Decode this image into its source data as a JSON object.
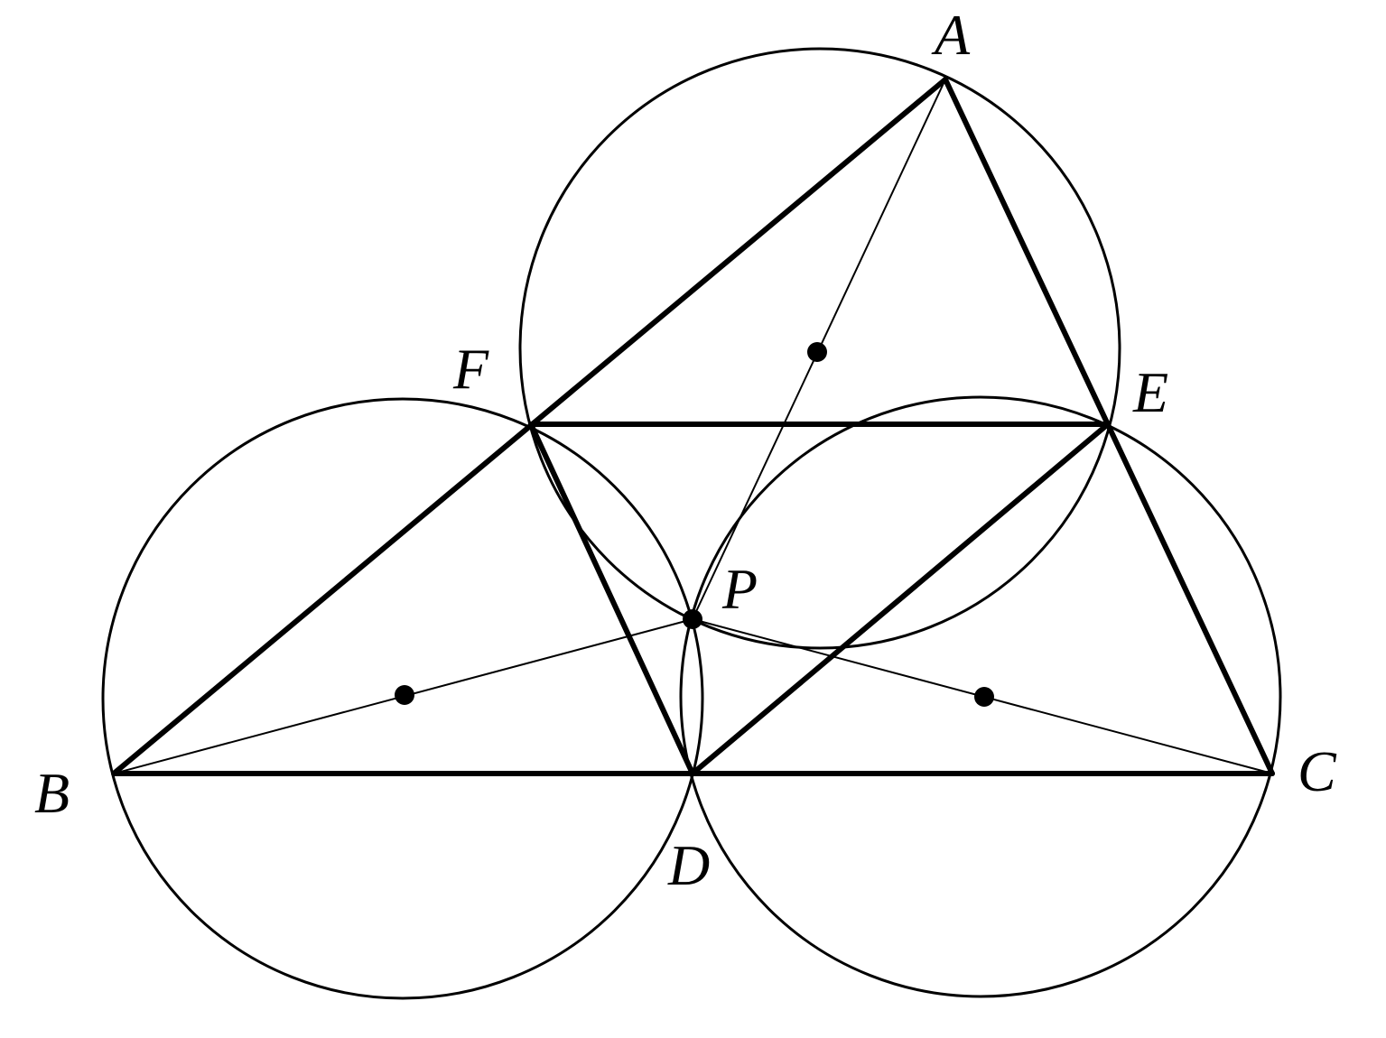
{
  "colors": {
    "stroke": "#000000",
    "background": "#ffffff"
  },
  "labels": {
    "A": "A",
    "B": "B",
    "C": "C",
    "D": "D",
    "E": "E",
    "F": "F",
    "P": "P"
  }
}
